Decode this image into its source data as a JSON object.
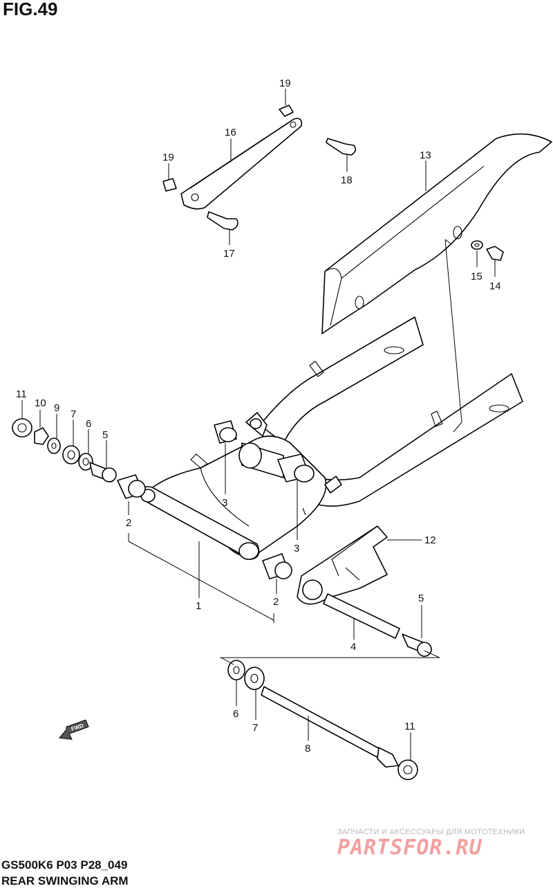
{
  "figure": {
    "title": "FIG.49",
    "model_code": "GS500K6 P03 P28_049",
    "name": "REAR SWINGING ARM"
  },
  "watermark": {
    "tagline": "ЗАПЧАСТИ И АКСЕССУАРЫ ДЛЯ МОТОТЕХНИКИ",
    "logo": "PARTSFOR.RU"
  },
  "fwd_label": "FWD",
  "callouts": {
    "c19a": "19",
    "c16": "16",
    "c18": "18",
    "c19b": "19",
    "c17": "17",
    "c13": "13",
    "c15": "15",
    "c14": "14",
    "c11a": "11",
    "c10": "10",
    "c9": "9",
    "c7a": "7",
    "c6a": "6",
    "c5a": "5",
    "c3a": "3",
    "c2a": "2",
    "c3b": "3",
    "c12": "12",
    "c1": "1",
    "c2b": "2",
    "c5b": "5",
    "c4": "4",
    "c6b": "6",
    "c7b": "7",
    "c8": "8",
    "c11b": "11"
  }
}
